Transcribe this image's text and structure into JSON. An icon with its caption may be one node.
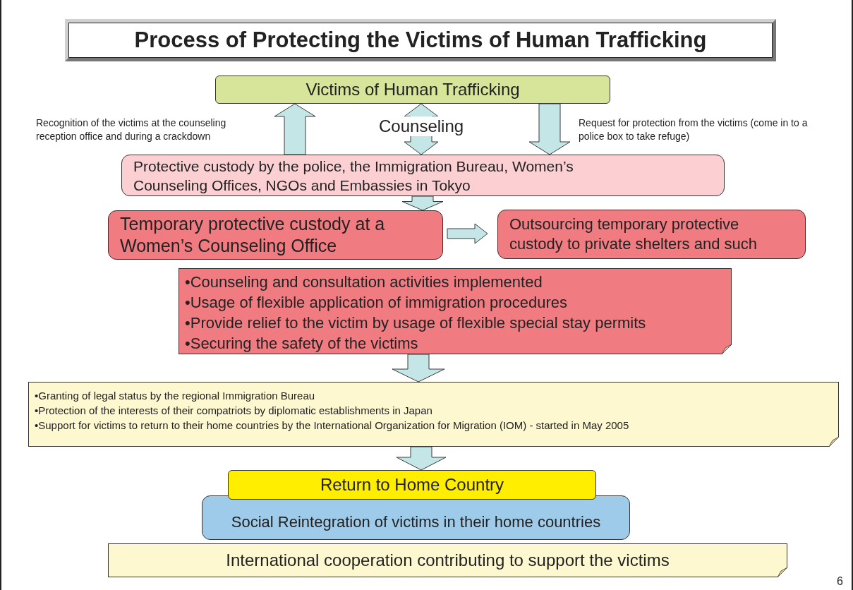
{
  "diagram": {
    "title": "Process of Protecting the Victims of Human Trafficking",
    "nodes": [
      {
        "text": [
          "Victims of Human Trafficking"
        ]
      },
      {
        "text": [
          "Protective custody by the police, the Immigration Bureau, Women’s Counseling Offices, NGOs and Embassies in Tokyo"
        ]
      },
      {
        "text": [
          "Temporary protective custody at a Women’s Counseling Office"
        ]
      },
      {
        "text": [
          "Outsourcing temporary protective custody to private shelters and such"
        ]
      },
      {
        "text": [
          "•Counseling and consultation activities implemented",
          "•Usage of flexible application of immigration procedures",
          "•Provide relief to the victim by usage of flexible special stay permits",
          "•Securing the safety of the victims"
        ]
      },
      {
        "text": [
          "•Granting of legal status by the regional Immigration Bureau",
          "•Protection of the interests of their compatriots by diplomatic establishments in Japan",
          "•Support for victims to return to their home countries by the International Organization for Migration (IOM) - started in May 2005"
        ]
      },
      {
        "text": [
          "Return to Home Country"
        ]
      },
      {
        "text": [
          "Social Reintegration of victims in their home countries"
        ]
      },
      {
        "text": [
          "International cooperation contributing to support the victims"
        ]
      }
    ],
    "edges": [
      {
        "from": 1,
        "to": 0,
        "arrow": "to"
      },
      {
        "from": 0,
        "to": 1,
        "arrow": "both",
        "label": "Counseling"
      },
      {
        "from": 0,
        "to": 1,
        "arrow": "to"
      },
      {
        "from": 1,
        "to": 2,
        "arrow": "to"
      },
      {
        "from": 2,
        "to": 3,
        "arrow": "to"
      },
      {
        "from": 4,
        "to": 5,
        "arrow": "to"
      },
      {
        "from": 5,
        "to": 6,
        "arrow": "to"
      }
    ],
    "labels": [
      "Recognition of the victims at the counseling reception office and during a crackdown",
      "Request for protection from the victims (come in to a police box to take refuge)",
      "6"
    ]
  }
}
